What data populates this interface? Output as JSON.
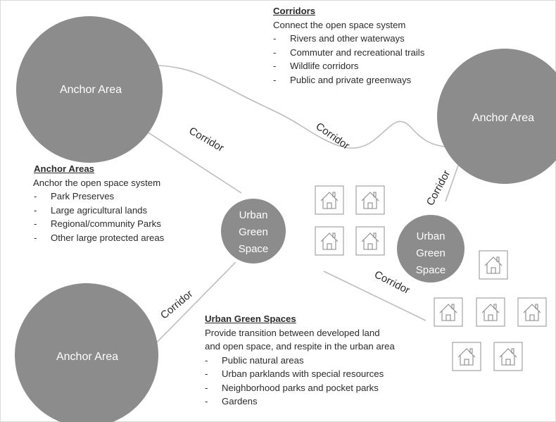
{
  "anchor_areas": [
    {
      "label": "Anchor Area"
    },
    {
      "label": "Anchor Area"
    },
    {
      "label": "Anchor Area"
    }
  ],
  "urban_green_spaces": [
    {
      "lines": [
        "Urban",
        "Green",
        "Space"
      ]
    },
    {
      "lines": [
        "Urban",
        "Green",
        "Space"
      ]
    }
  ],
  "corridor_labels": [
    "Corridor",
    "Corridor",
    "Corridor",
    "Corridor",
    "Corridor"
  ],
  "legends": {
    "corridors": {
      "title": "Corridors",
      "description": "Connect the open space system",
      "items": [
        "Rivers and other waterways",
        "Commuter and recreational trails",
        "Wildlife corridors",
        "Public and private greenways"
      ]
    },
    "anchor_areas": {
      "title": "Anchor Areas",
      "description": "Anchor the open space system",
      "items": [
        "Park Preserves",
        "Large agricultural lands",
        "Regional/community Parks",
        "Other large protected areas"
      ]
    },
    "urban_green_spaces": {
      "title": "Urban Green Spaces",
      "description_lines": [
        "Provide transition between developed land",
        "and open space, and respite in the urban area"
      ],
      "items": [
        "Public natural areas",
        "Urban parklands with special resources",
        "Neighborhood parks and pocket parks",
        "Gardens"
      ]
    }
  },
  "bullet_marker": "-",
  "icons": {
    "house": "house-icon"
  },
  "colors": {
    "circle_fill": "#8c8c8c",
    "connector": "#bdbdbd",
    "text": "#2b2b2b"
  }
}
